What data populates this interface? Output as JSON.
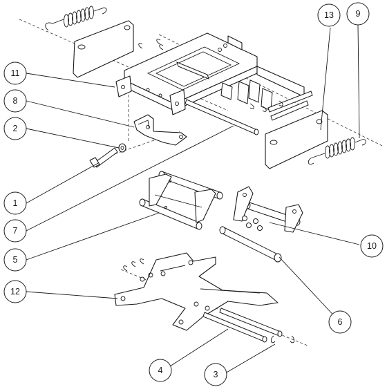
{
  "diagram": {
    "type": "exploded-parts-diagram",
    "callouts": [
      {
        "id": "11",
        "label": "11"
      },
      {
        "id": "8",
        "label": "8"
      },
      {
        "id": "2",
        "label": "2"
      },
      {
        "id": "1",
        "label": "1"
      },
      {
        "id": "7",
        "label": "7"
      },
      {
        "id": "5",
        "label": "5"
      },
      {
        "id": "12",
        "label": "12"
      },
      {
        "id": "4",
        "label": "4"
      },
      {
        "id": "3",
        "label": "3"
      },
      {
        "id": "6",
        "label": "6"
      },
      {
        "id": "10",
        "label": "10"
      },
      {
        "id": "13",
        "label": "13"
      },
      {
        "id": "9",
        "label": "9"
      }
    ]
  }
}
